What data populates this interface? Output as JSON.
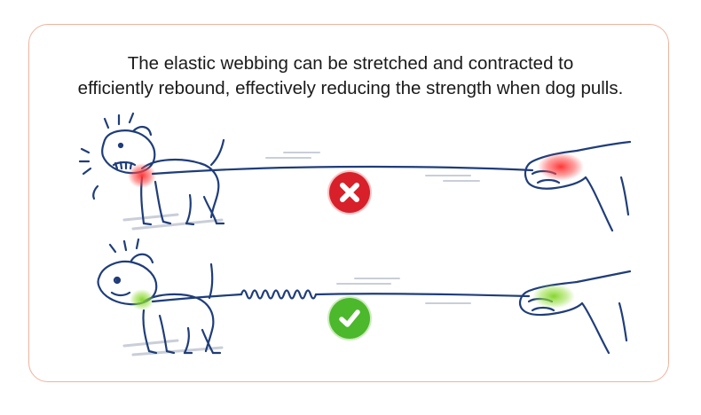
{
  "caption": {
    "line1": "The elastic webbing can be stretched and contracted to",
    "line2": "efficiently rebound, effectively reducing the strength when dog pulls."
  },
  "panels": [
    {
      "status": "incorrect",
      "icon": "cross-icon",
      "color": "#d8202a"
    },
    {
      "status": "correct",
      "icon": "check-icon",
      "color": "#4cb82b"
    }
  ],
  "colors": {
    "line": "#1f3d7a",
    "border": "#f0b39c",
    "pain_glow": "#ff2a2a",
    "relief_glow": "#7ed321"
  }
}
